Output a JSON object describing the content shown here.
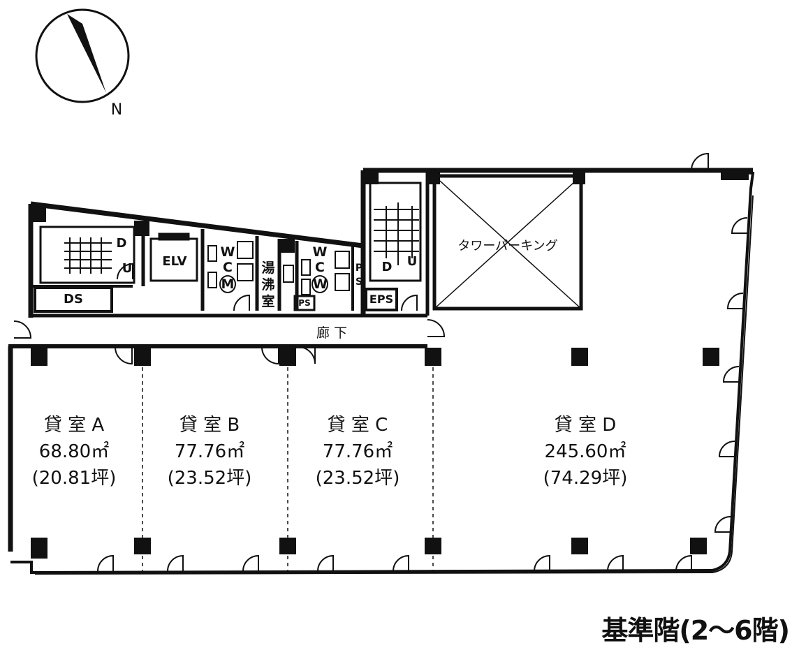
{
  "compass": {
    "label": "N"
  },
  "title": "基準階(2〜6階)",
  "corridor": "廊 下",
  "parking": "タワーパーキング",
  "core": {
    "elv": "ELV",
    "ds": "DS",
    "eps": "EPS",
    "ps": "PS",
    "ps_vertical_1": "P",
    "ps_vertical_2": "S",
    "stair_left_d": "D",
    "stair_left_u": "U",
    "stair_right_d": "D",
    "stair_right_u": "U",
    "wc_men": [
      "W",
      "C",
      "M"
    ],
    "wc_women": [
      "W",
      "C",
      "W"
    ],
    "hot_water": [
      "湯",
      "沸",
      "室"
    ]
  },
  "rooms": [
    {
      "name": "貸 室 A",
      "area": "68.80㎡",
      "tsubo": "(20.81坪)"
    },
    {
      "name": "貸 室 B",
      "area": "77.76㎡",
      "tsubo": "(23.52坪)"
    },
    {
      "name": "貸 室 C",
      "area": "77.76㎡",
      "tsubo": "(23.52坪)"
    },
    {
      "name": "貸 室 D",
      "area": "245.60㎡",
      "tsubo": "(74.29坪)"
    }
  ]
}
